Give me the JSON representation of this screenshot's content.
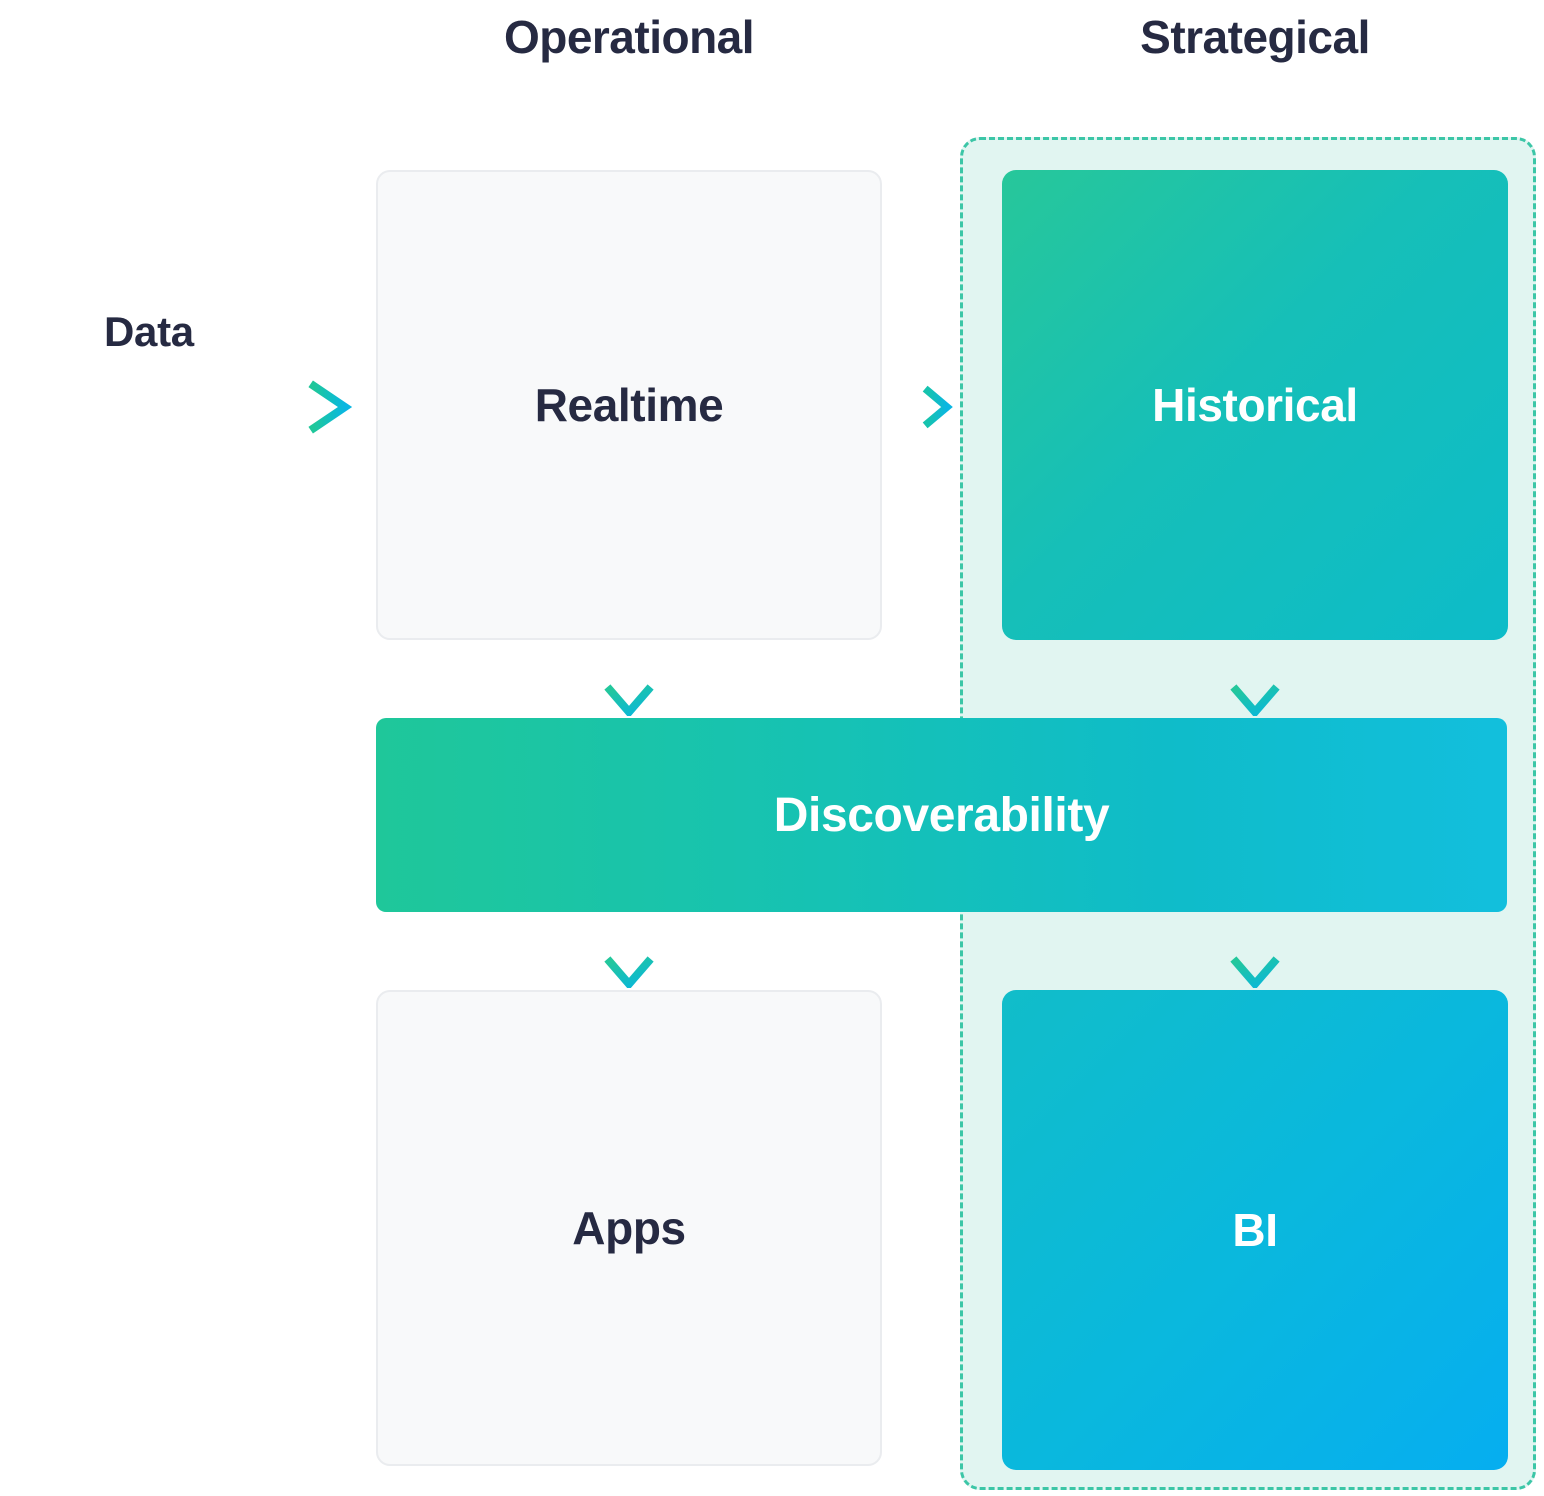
{
  "headers": {
    "operational": "Operational",
    "strategical": "Strategical"
  },
  "flow": {
    "data_label": "Data",
    "data_arrow_icon": "arrow-right-icon",
    "realtime_to_historical_icon": "arrow-right-icon",
    "realtime_to_discoverability_icon": "arrow-down-icon",
    "historical_to_discoverability_icon": "arrow-down-icon",
    "discoverability_to_apps_icon": "arrow-down-icon",
    "discoverability_to_bi_icon": "arrow-down-icon"
  },
  "nodes": {
    "realtime": "Realtime",
    "historical": "Historical",
    "discoverability": "Discoverability",
    "apps": "Apps",
    "bi": "BI"
  },
  "colors": {
    "text_dark": "#262a42",
    "accent_green": "#27c79a",
    "accent_teal": "#12bfb4",
    "accent_cyan": "#0dbcc9",
    "accent_blue": "#06aef0",
    "zone_fill": "#e1f5f1",
    "zone_border": "#3cc6a7",
    "plain_fill": "#f8f9fa",
    "plain_border": "#eaecef"
  }
}
